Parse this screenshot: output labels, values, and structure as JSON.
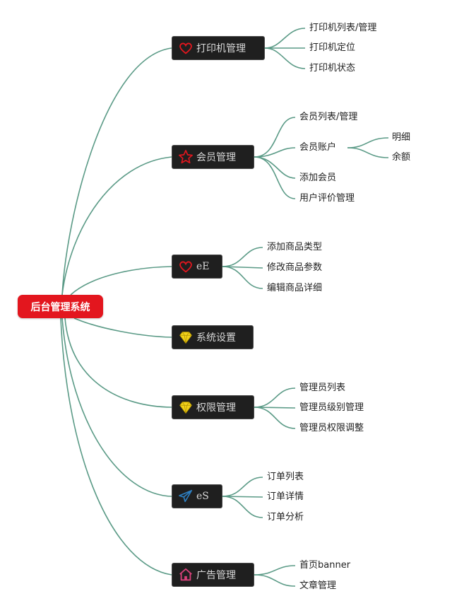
{
  "root": {
    "label": "后台管理系统"
  },
  "branches": [
    {
      "label": "打印机管理",
      "icon": "heart-icon",
      "icon_color": "#e3161e",
      "children": [
        {
          "label": "打印机列表/管理"
        },
        {
          "label": "打印机定位"
        },
        {
          "label": "打印机状态"
        }
      ]
    },
    {
      "label": "会员管理",
      "icon": "star-icon",
      "icon_color": "#e3161e",
      "children": [
        {
          "label": "会员列表/管理"
        },
        {
          "label": "会员账户",
          "children": [
            {
              "label": "明细"
            },
            {
              "label": "余额"
            }
          ]
        },
        {
          "label": "添加会员"
        },
        {
          "label": "用户评价管理"
        }
      ]
    },
    {
      "label": "eE",
      "icon": "heart-icon",
      "icon_color": "#e3161e",
      "children": [
        {
          "label": "添加商品类型"
        },
        {
          "label": "修改商品参数"
        },
        {
          "label": "编辑商品详细"
        }
      ]
    },
    {
      "label": "系统设置",
      "icon": "diamond-icon",
      "icon_color": "#f2d21b",
      "children": []
    },
    {
      "label": "权限管理",
      "icon": "diamond-icon",
      "icon_color": "#f2d21b",
      "children": [
        {
          "label": "管理员列表"
        },
        {
          "label": "管理员级别管理"
        },
        {
          "label": "管理员权限调整"
        }
      ]
    },
    {
      "label": "eS",
      "icon": "paper-plane-icon",
      "icon_color": "#2d7fc1",
      "children": [
        {
          "label": "订单列表"
        },
        {
          "label": "订单详情"
        },
        {
          "label": "订单分析"
        }
      ]
    },
    {
      "label": "广告管理",
      "icon": "home-icon",
      "icon_color": "#d9417a",
      "children": [
        {
          "label": "首页banner"
        },
        {
          "label": "文章管理"
        }
      ]
    }
  ],
  "colors": {
    "link": "#5a9a86",
    "root_bg": "#e3161e",
    "node_bg": "#1f1f1f"
  }
}
